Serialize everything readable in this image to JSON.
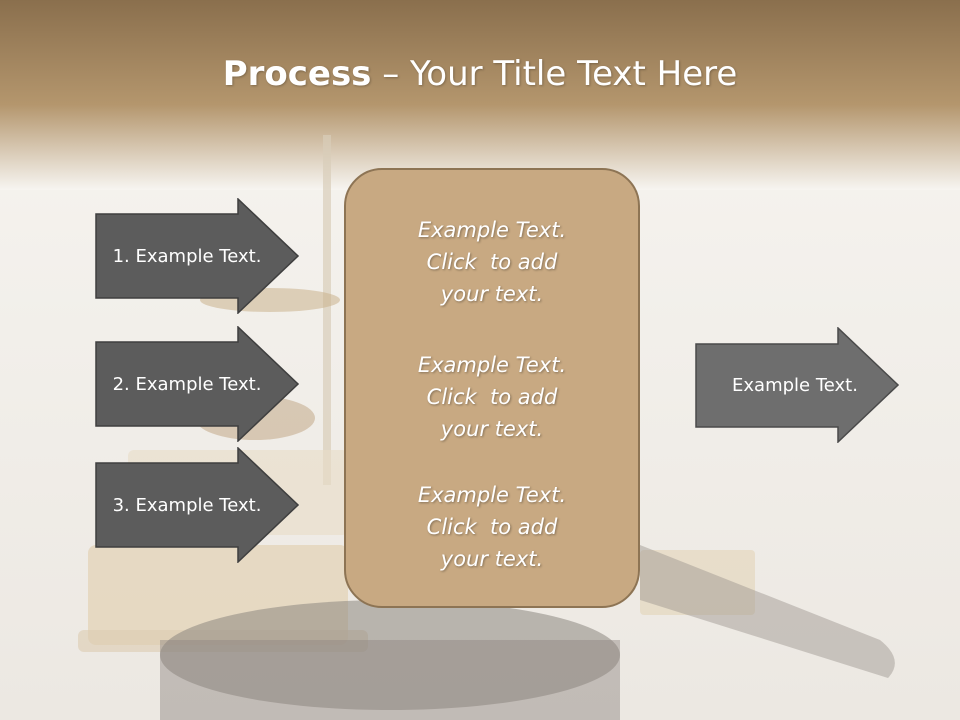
{
  "title": {
    "bold": "Process",
    "rest": " – Your Title Text Here"
  },
  "left_arrows": [
    {
      "label": "1. Example Text."
    },
    {
      "label": "2. Example Text."
    },
    {
      "label": "3. Example Text."
    }
  ],
  "center_box": {
    "blocks": [
      {
        "line1": "Example Text.",
        "line2": "Click  to add",
        "line3": "your text."
      },
      {
        "line1": "Example Text.",
        "line2": "Click  to add",
        "line3": "your text."
      },
      {
        "line1": "Example Text.",
        "line2": "Click  to add",
        "line3": "your text."
      }
    ]
  },
  "right_arrow": {
    "label": "Example Text."
  },
  "colors": {
    "header": "#a58a63",
    "arrow_dark": "#5c5c5c",
    "arrow_right": "#6e6e6e",
    "box_fill": "#c8a982",
    "box_border": "#8d7454"
  }
}
